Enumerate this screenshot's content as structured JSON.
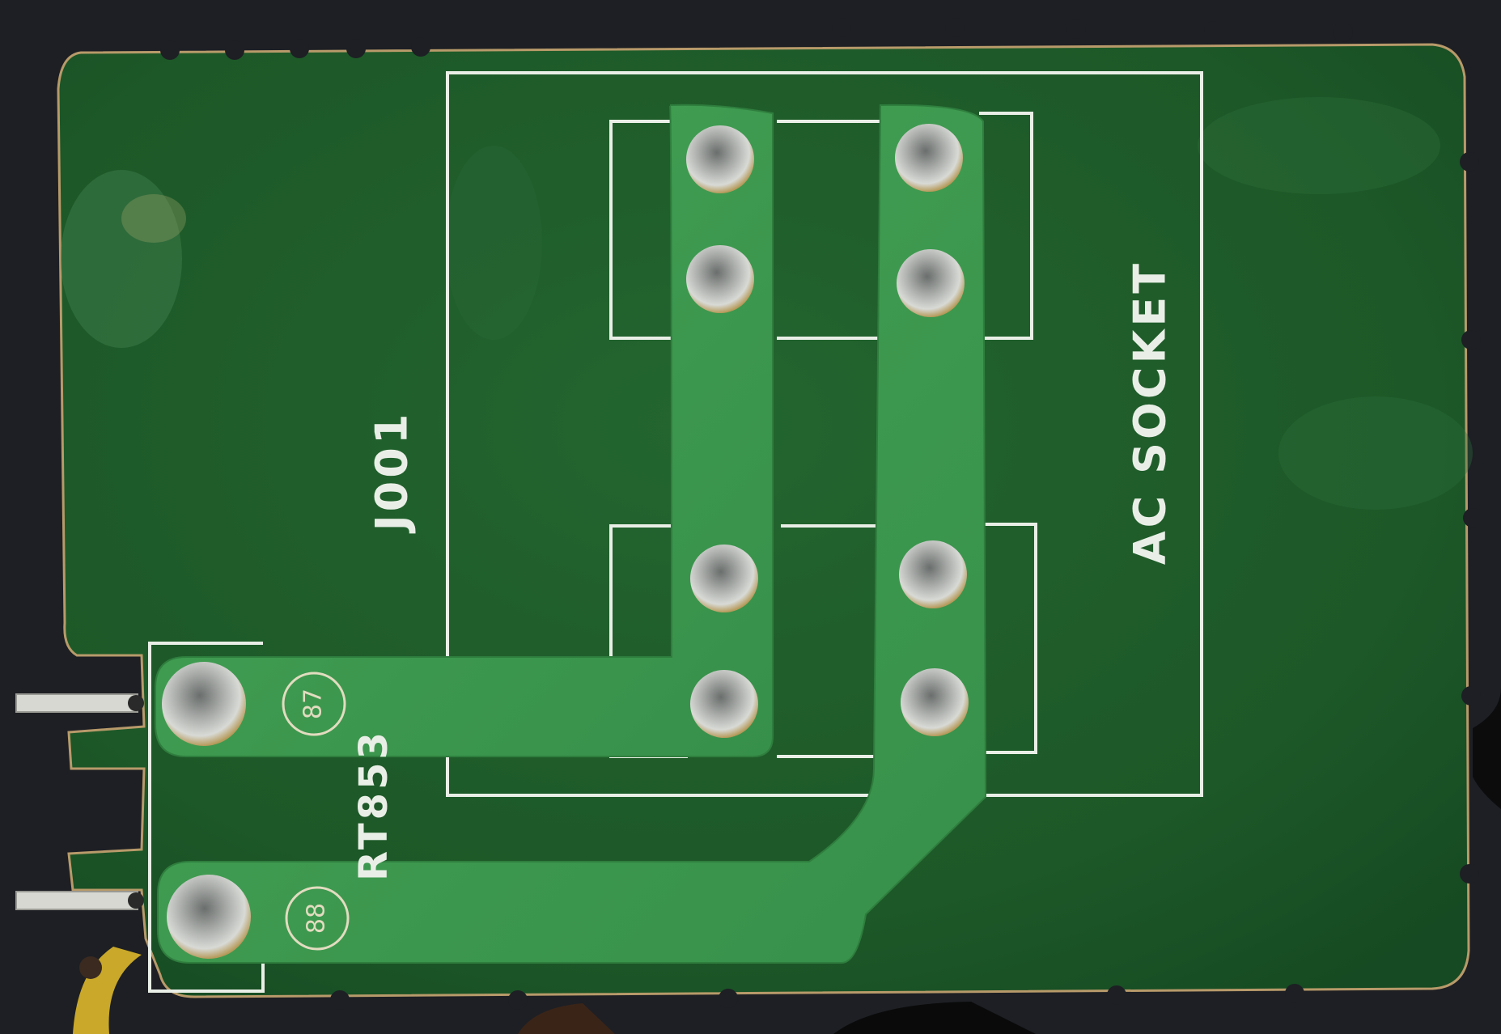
{
  "photo": {
    "subject": "printed-circuit-board",
    "silkscreen": {
      "connector_ref": "J001",
      "socket_label": "AC SOCKET",
      "part_ref": "RT853",
      "pad_numbers": [
        "87",
        "88"
      ]
    },
    "colors": {
      "background": "#1d1f24",
      "board": "#1f5a2c",
      "copper_trace": "#3e9a4e",
      "silkscreen": "#e9efe6",
      "solder": "#c9ccc8"
    }
  }
}
